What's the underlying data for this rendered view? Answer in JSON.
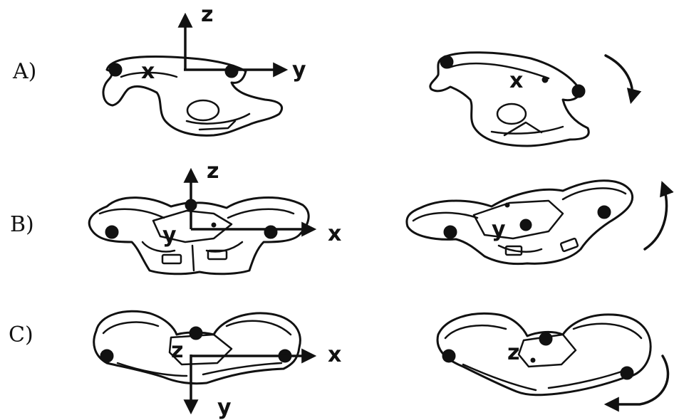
{
  "rows": [
    {
      "label": "A)",
      "axes": {
        "vertical": "z",
        "horizontal": "y",
        "depth": "x"
      },
      "rotated_depth_label": "x"
    },
    {
      "label": "B)",
      "axes": {
        "vertical": "z",
        "horizontal": "x",
        "depth": "y"
      },
      "rotated_depth_label": "y"
    },
    {
      "label": "C)",
      "axes": {
        "vertical": "y",
        "horizontal": "x",
        "depth": "z"
      },
      "rotated_depth_label": "z"
    }
  ],
  "colors": {
    "ink": "#111111",
    "background": "#ffffff"
  }
}
